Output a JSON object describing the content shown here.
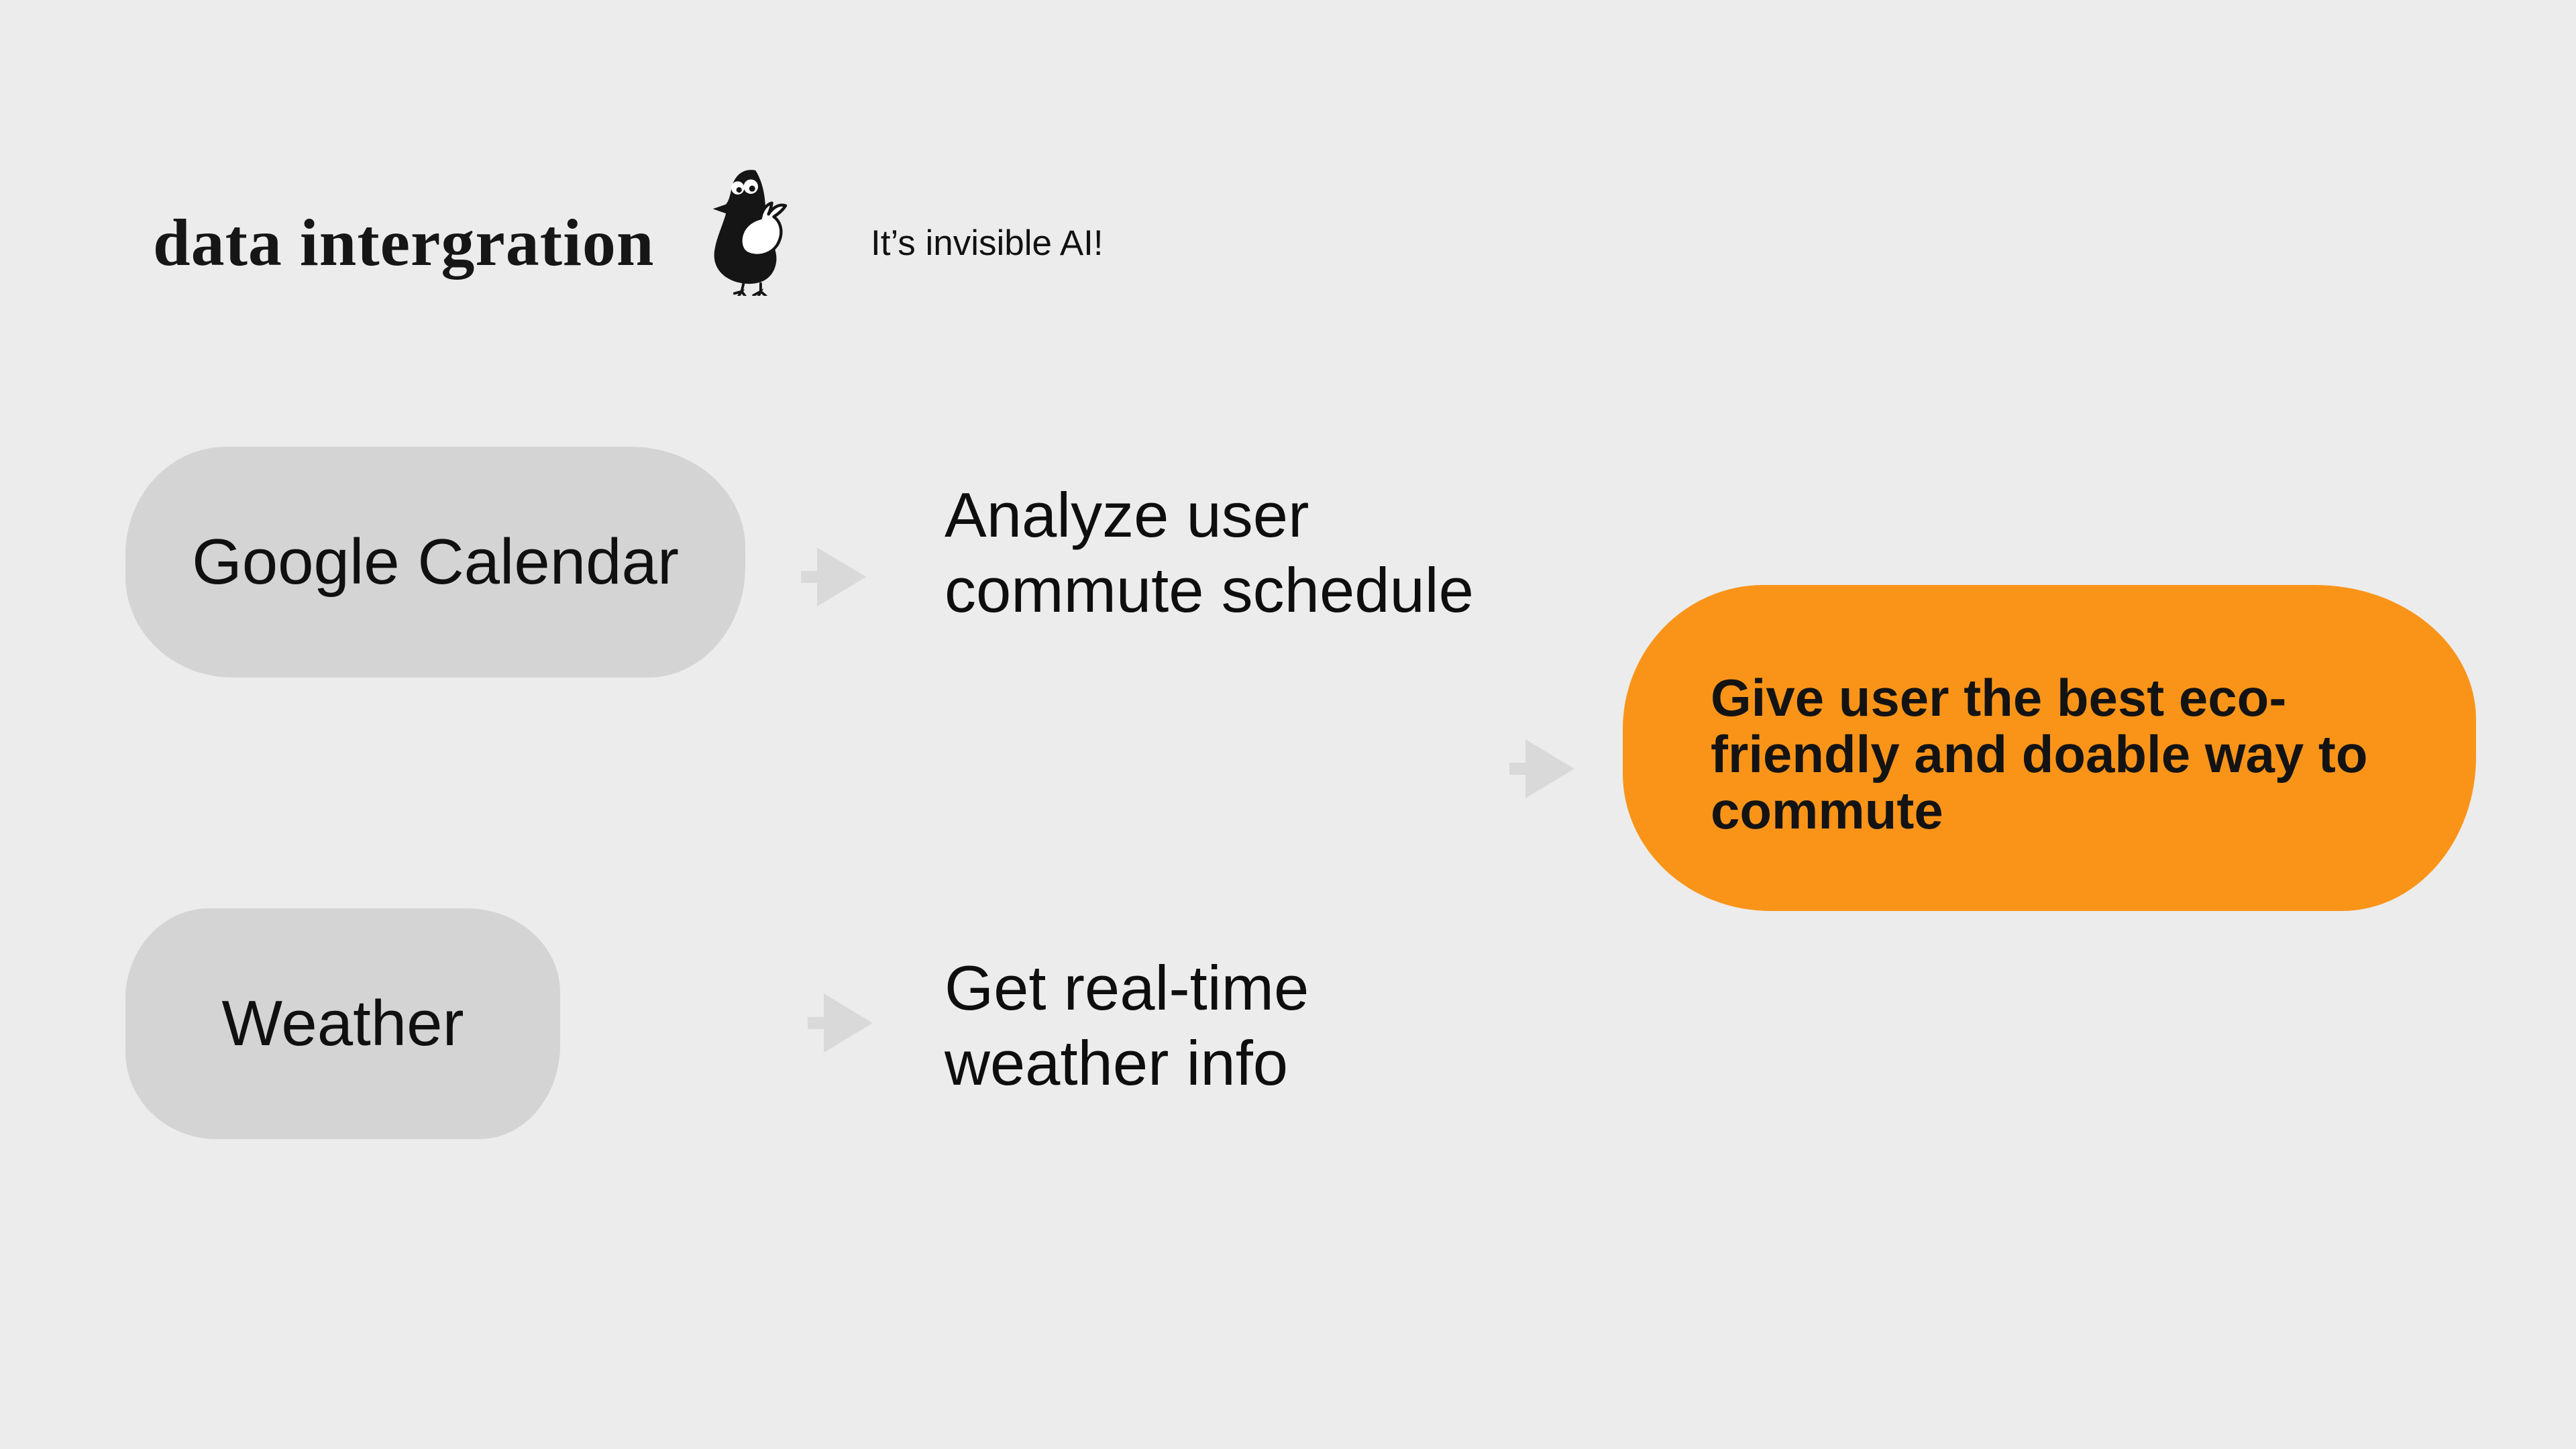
{
  "page": {
    "kind": "data-integration flow diagram slide",
    "background": "#ECECEC"
  },
  "header": {
    "title": "data intergration",
    "tagline": "It’s invisible AI!",
    "bird_icon": "doodle-pigeon"
  },
  "flow": {
    "sources": [
      {
        "id": "google-calendar",
        "label": "Google Calendar"
      },
      {
        "id": "weather",
        "label": "Weather"
      }
    ],
    "steps": [
      {
        "for": "google-calendar",
        "lines": [
          "Analyze user",
          "commute schedule"
        ]
      },
      {
        "for": "weather",
        "lines": [
          "Get real-time",
          "weather info"
        ]
      }
    ],
    "result": {
      "text": "Give user the best eco-friendly and doable way to commute",
      "lines": [
        "Give user the best eco-",
        "friendly and doable way to",
        "commute"
      ]
    },
    "arrow_icon": "right-arrow"
  },
  "colors": {
    "background": "#ECECEC",
    "node_fill": "#D4D4D4",
    "arrow_fill": "#D9D9D9",
    "result_fill": "#FA9419",
    "text": "#121212"
  }
}
